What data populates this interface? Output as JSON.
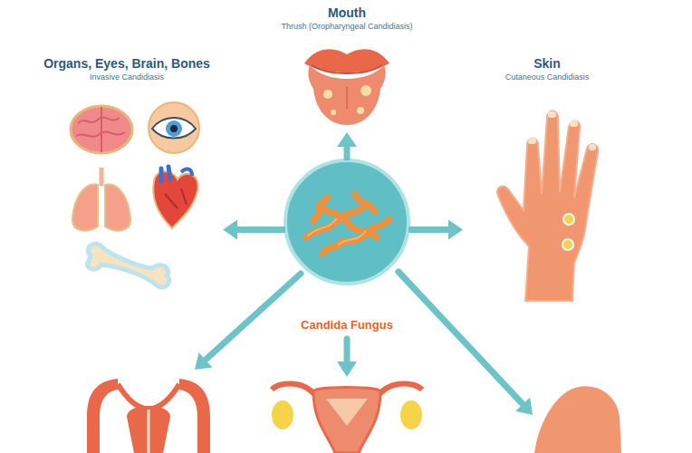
{
  "diagram": {
    "nodes": [
      {
        "text": [
          "Mouth",
          "Thrush (Oropharyngeal Candidiasis)"
        ]
      },
      {
        "text": [
          "Organs, Eyes, Brain, Bones",
          "Invasive Candidiasis"
        ]
      },
      {
        "text": [
          "Skin",
          "Cutaneous Candidiasis"
        ]
      },
      {
        "text": [
          "Candida Fungus"
        ]
      }
    ],
    "edges": [
      {
        "from": 3,
        "to": 0,
        "arrow": "to"
      },
      {
        "from": 3,
        "to": 1,
        "arrow": "to"
      },
      {
        "from": 3,
        "to": 2,
        "arrow": "to"
      }
    ]
  }
}
